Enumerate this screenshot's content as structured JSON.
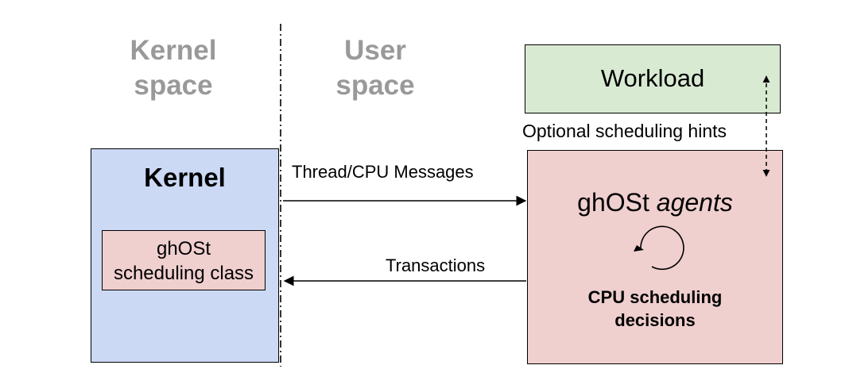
{
  "regions": {
    "kernel_space": {
      "line1": "Kernel",
      "line2": "space"
    },
    "user_space": {
      "line1": "User",
      "line2": "space"
    }
  },
  "kernel": {
    "title": "Kernel",
    "sched_class": {
      "line1": "ghOSt",
      "line2": "scheduling class"
    }
  },
  "workload": {
    "label": "Workload"
  },
  "agents": {
    "title_plain": "ghOSt",
    "title_italic": "agents",
    "decisions": {
      "line1": "CPU scheduling",
      "line2": "decisions"
    }
  },
  "arrows": {
    "hints": "Optional scheduling hints",
    "messages": "Thread/CPU Messages",
    "transactions": "Transactions"
  },
  "colors": {
    "region_label": "#999999",
    "kernel_fill": "#cbd9f5",
    "pink_fill": "#f0cfcf",
    "workload_fill": "#d9ead3"
  }
}
